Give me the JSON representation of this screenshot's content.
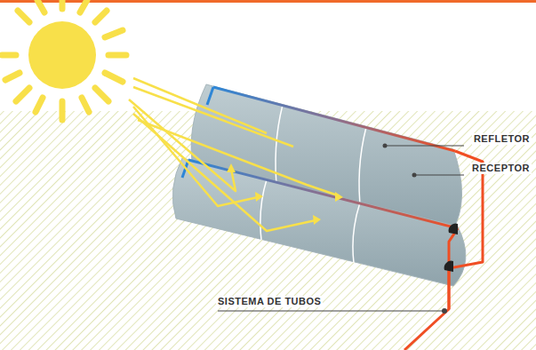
{
  "diagram": {
    "labels": [
      "REFLETOR",
      "RECEPTOR",
      "SISTEMA DE TUBOS"
    ]
  }
}
